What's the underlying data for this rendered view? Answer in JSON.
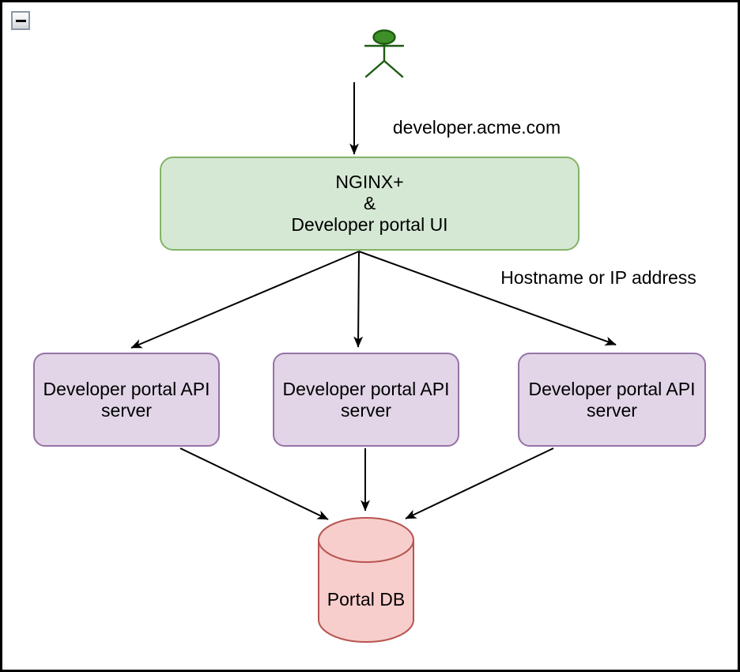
{
  "window": {
    "collapse_label": "−"
  },
  "edge_labels": {
    "domain": "developer.acme.com",
    "routing": "Hostname or IP address"
  },
  "nodes": {
    "nginx": {
      "line1": "NGINX+",
      "line2": "&",
      "line3": "Developer portal UI"
    },
    "api_servers": [
      {
        "line1": "Developer portal API",
        "line2": "server"
      },
      {
        "line1": "Developer portal API",
        "line2": "server"
      },
      {
        "line1": "Developer portal API",
        "line2": "server"
      }
    ],
    "database": {
      "label": "Portal DB"
    }
  },
  "icons": {
    "actor": "user-actor-icon",
    "collapse": "collapse-minus-icon"
  },
  "colors": {
    "nginx_fill": "#d5e8d4",
    "nginx_stroke": "#82b366",
    "api_fill": "#e1d5e7",
    "api_stroke": "#9673a6",
    "db_fill": "#f8cecc",
    "db_stroke": "#b85450",
    "actor_fill": "#3f8f29",
    "actor_stroke": "#1d5c12",
    "edge": "#000000",
    "frame": "#000000"
  }
}
